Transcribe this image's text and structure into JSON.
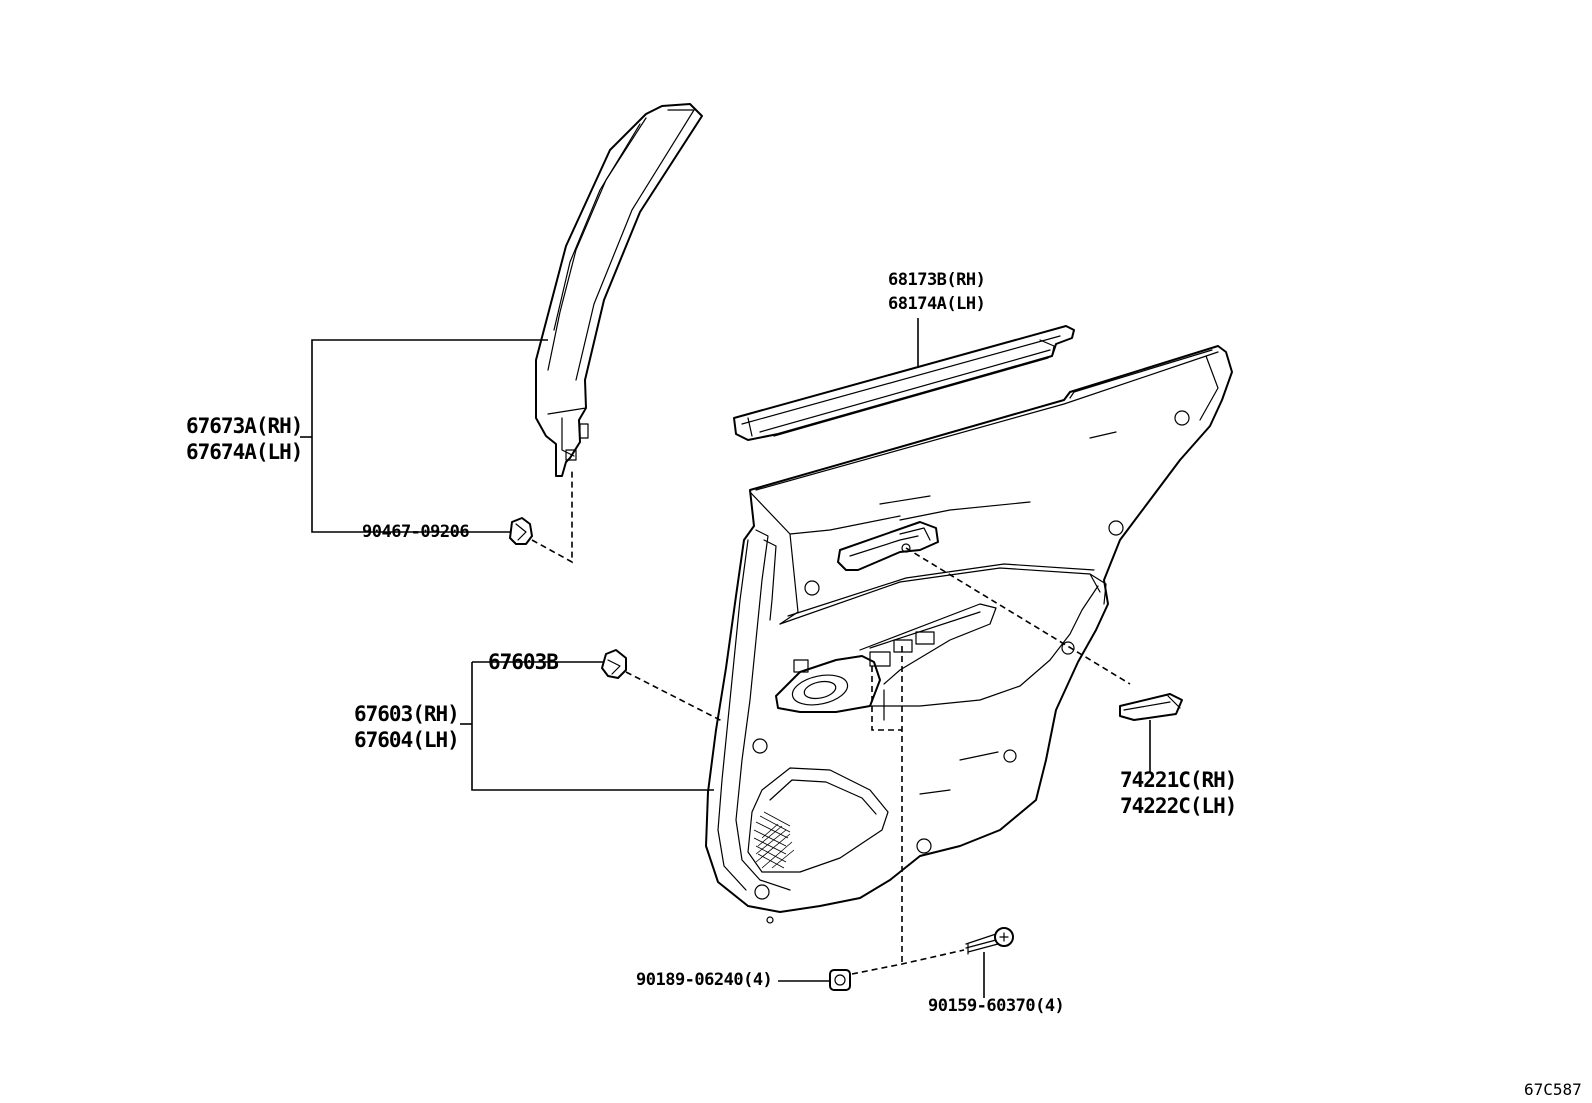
{
  "diagram": {
    "parts": {
      "garnish_rh": "67673A(RH)",
      "garnish_lh": "67674A(LH)",
      "clip_90467": "90467-09206",
      "weatherstrip_rh": "68173B(RH)",
      "weatherstrip_lh": "68174A(LH)",
      "clip_67603b": "67603B",
      "board_rh": "67603(RH)",
      "board_lh": "67604(LH)",
      "handle_rh": "74221C(RH)",
      "handle_lh": "74222C(LH)",
      "nut_90189": "90189-06240(4)",
      "screw_90159": "90159-60370(4)"
    },
    "reference_code": "67C587"
  }
}
